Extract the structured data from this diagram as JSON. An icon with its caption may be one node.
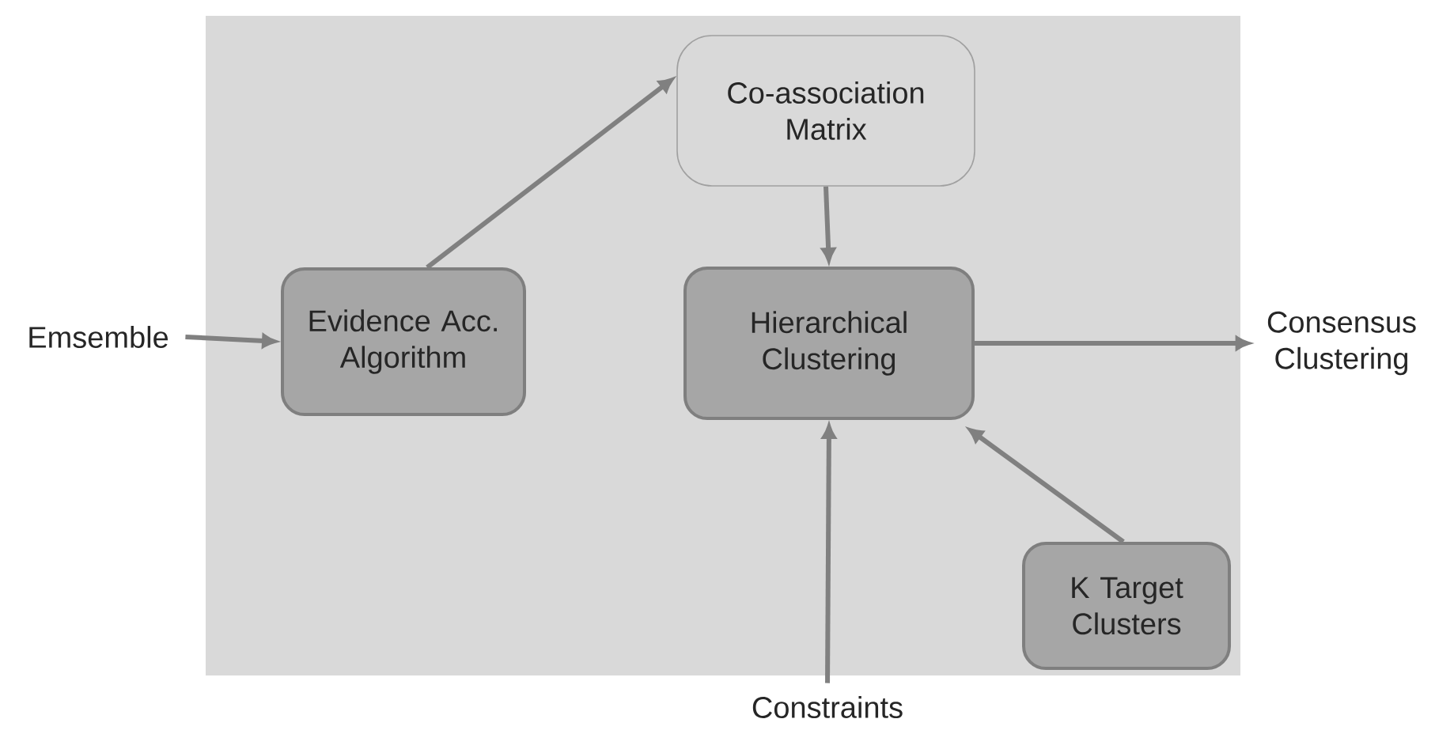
{
  "diagram": {
    "nodes": [
      {
        "text": [
          "Emsemble"
        ]
      },
      {
        "text": [
          "Evidence Acc. Algorithm"
        ]
      },
      {
        "text": [
          "Co-association Matrix"
        ]
      },
      {
        "text": [
          "Hierarchical Clustering"
        ]
      },
      {
        "text": [
          "Consensus Clustering"
        ]
      },
      {
        "text": [
          "K Target Clusters"
        ]
      },
      {
        "text": [
          "Constraints"
        ]
      }
    ],
    "edges": [
      {
        "from": 0,
        "to": 1,
        "arrow": "to"
      },
      {
        "from": 1,
        "to": 2,
        "arrow": "to"
      },
      {
        "from": 2,
        "to": 3,
        "arrow": "to"
      },
      {
        "from": 3,
        "to": 4,
        "arrow": "to"
      },
      {
        "from": 5,
        "to": 3,
        "arrow": "to"
      },
      {
        "from": 6,
        "to": 3,
        "arrow": "to"
      }
    ]
  }
}
